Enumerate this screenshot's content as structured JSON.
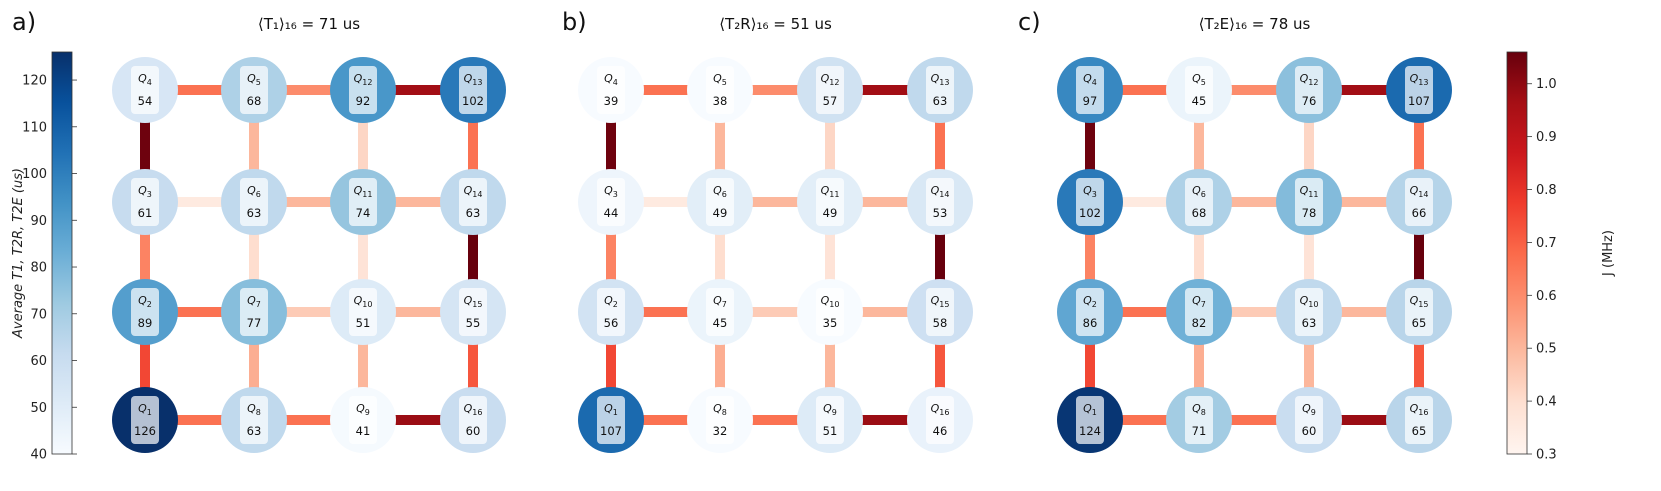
{
  "chart_data": [
    {
      "type": "heatmap",
      "panel": "a)",
      "title": "⟨T₁⟩₁₆ = 71 us",
      "qubits": [
        {
          "label": "Q",
          "sub": "4",
          "value": 54
        },
        {
          "label": "Q",
          "sub": "5",
          "value": 68
        },
        {
          "label": "Q",
          "sub": "12",
          "value": 92
        },
        {
          "label": "Q",
          "sub": "13",
          "value": 102
        },
        {
          "label": "Q",
          "sub": "3",
          "value": 61
        },
        {
          "label": "Q",
          "sub": "6",
          "value": 63
        },
        {
          "label": "Q",
          "sub": "11",
          "value": 74
        },
        {
          "label": "Q",
          "sub": "14",
          "value": 63
        },
        {
          "label": "Q",
          "sub": "2",
          "value": 89
        },
        {
          "label": "Q",
          "sub": "7",
          "value": 77
        },
        {
          "label": "Q",
          "sub": "10",
          "value": 51
        },
        {
          "label": "Q",
          "sub": "15",
          "value": 55
        },
        {
          "label": "Q",
          "sub": "1",
          "value": 126
        },
        {
          "label": "Q",
          "sub": "8",
          "value": 63
        },
        {
          "label": "Q",
          "sub": "9",
          "value": 41
        },
        {
          "label": "Q",
          "sub": "16",
          "value": 60
        }
      ]
    },
    {
      "type": "heatmap",
      "panel": "b)",
      "title": "⟨T₂R⟩₁₆ = 51 us",
      "qubits": [
        {
          "label": "Q",
          "sub": "4",
          "value": 39
        },
        {
          "label": "Q",
          "sub": "5",
          "value": 38
        },
        {
          "label": "Q",
          "sub": "12",
          "value": 57
        },
        {
          "label": "Q",
          "sub": "13",
          "value": 63
        },
        {
          "label": "Q",
          "sub": "3",
          "value": 44
        },
        {
          "label": "Q",
          "sub": "6",
          "value": 49
        },
        {
          "label": "Q",
          "sub": "11",
          "value": 49
        },
        {
          "label": "Q",
          "sub": "14",
          "value": 53
        },
        {
          "label": "Q",
          "sub": "2",
          "value": 56
        },
        {
          "label": "Q",
          "sub": "7",
          "value": 45
        },
        {
          "label": "Q",
          "sub": "10",
          "value": 35
        },
        {
          "label": "Q",
          "sub": "15",
          "value": 58
        },
        {
          "label": "Q",
          "sub": "1",
          "value": 107
        },
        {
          "label": "Q",
          "sub": "8",
          "value": 32
        },
        {
          "label": "Q",
          "sub": "9",
          "value": 51
        },
        {
          "label": "Q",
          "sub": "16",
          "value": 46
        }
      ]
    },
    {
      "type": "heatmap",
      "panel": "c)",
      "title": "⟨T₂E⟩₁₆ = 78 us",
      "qubits": [
        {
          "label": "Q",
          "sub": "4",
          "value": 97
        },
        {
          "label": "Q",
          "sub": "5",
          "value": 45
        },
        {
          "label": "Q",
          "sub": "12",
          "value": 76
        },
        {
          "label": "Q",
          "sub": "13",
          "value": 107
        },
        {
          "label": "Q",
          "sub": "3",
          "value": 102
        },
        {
          "label": "Q",
          "sub": "6",
          "value": 68
        },
        {
          "label": "Q",
          "sub": "11",
          "value": 78
        },
        {
          "label": "Q",
          "sub": "14",
          "value": 66
        },
        {
          "label": "Q",
          "sub": "2",
          "value": 86
        },
        {
          "label": "Q",
          "sub": "7",
          "value": 82
        },
        {
          "label": "Q",
          "sub": "10",
          "value": 63
        },
        {
          "label": "Q",
          "sub": "15",
          "value": 65
        },
        {
          "label": "Q",
          "sub": "1",
          "value": 124
        },
        {
          "label": "Q",
          "sub": "8",
          "value": 71
        },
        {
          "label": "Q",
          "sub": "9",
          "value": 60
        },
        {
          "label": "Q",
          "sub": "16",
          "value": 65
        }
      ]
    }
  ],
  "couplings": {
    "horizontal": [
      [
        0.66,
        0.6,
        0.97
      ],
      [
        0.35,
        0.5,
        0.5
      ],
      [
        0.66,
        0.45,
        0.5
      ],
      [
        0.66,
        0.66,
        0.98
      ]
    ],
    "vertical": [
      [
        1.05,
        0.5,
        0.42,
        0.66
      ],
      [
        0.62,
        0.4,
        0.38,
        1.08
      ],
      [
        0.75,
        0.52,
        0.5,
        0.72
      ]
    ]
  },
  "colorbar_left": {
    "label": "Average  T1,  T2R,  T2E  (us)",
    "range": [
      40,
      126
    ],
    "ticks": [
      "40",
      "50",
      "60",
      "70",
      "80",
      "90",
      "100",
      "110",
      "120"
    ],
    "colormap": "Blues"
  },
  "colorbar_right": {
    "label": "J (MHz)",
    "range": [
      0.3,
      1.06
    ],
    "ticks": [
      "0.3",
      "0.4",
      "0.5",
      "0.6",
      "0.7",
      "0.8",
      "0.9",
      "1.0"
    ],
    "colormap": "Reds"
  }
}
